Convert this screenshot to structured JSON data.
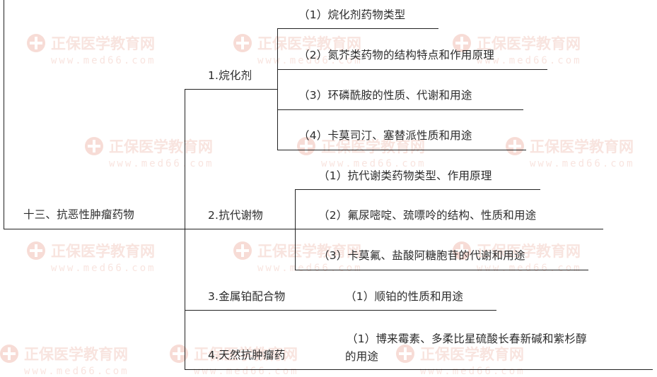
{
  "root": {
    "label": "十三、抗恶性肿瘤药物"
  },
  "branches": [
    {
      "label": "1.烷化剂",
      "items": [
        "（1）烷化剂药物类型",
        "（2）氮芥类药物的结构特点和作用原理",
        "（3）环磷酰胺的性质、代谢和用途",
        "（4）卡莫司汀、塞替派性质和用途"
      ]
    },
    {
      "label": "2.抗代谢物",
      "items": [
        "（1）抗代谢类药物类型、作用原理",
        "（2）氟尿嘧啶、巯嘌呤的结构、性质和用途",
        "（3）卡莫氟、盐酸阿糖胞苷的代谢和用途"
      ]
    },
    {
      "label": "3.金属铂配合物",
      "items": [
        "（1）顺铂的性质和用途"
      ]
    },
    {
      "label": "4.天然抗肿瘤药",
      "items": [
        "（1）博来霉素、多柔比星硫酸长春新碱和紫杉醇",
        "的用途"
      ]
    }
  ],
  "watermark": {
    "brand": "正保医学教育网",
    "url": "www.med66.com"
  },
  "colors": {
    "line": "#222222",
    "text": "#2b2b2b",
    "watermark": "#f4cfc6"
  }
}
